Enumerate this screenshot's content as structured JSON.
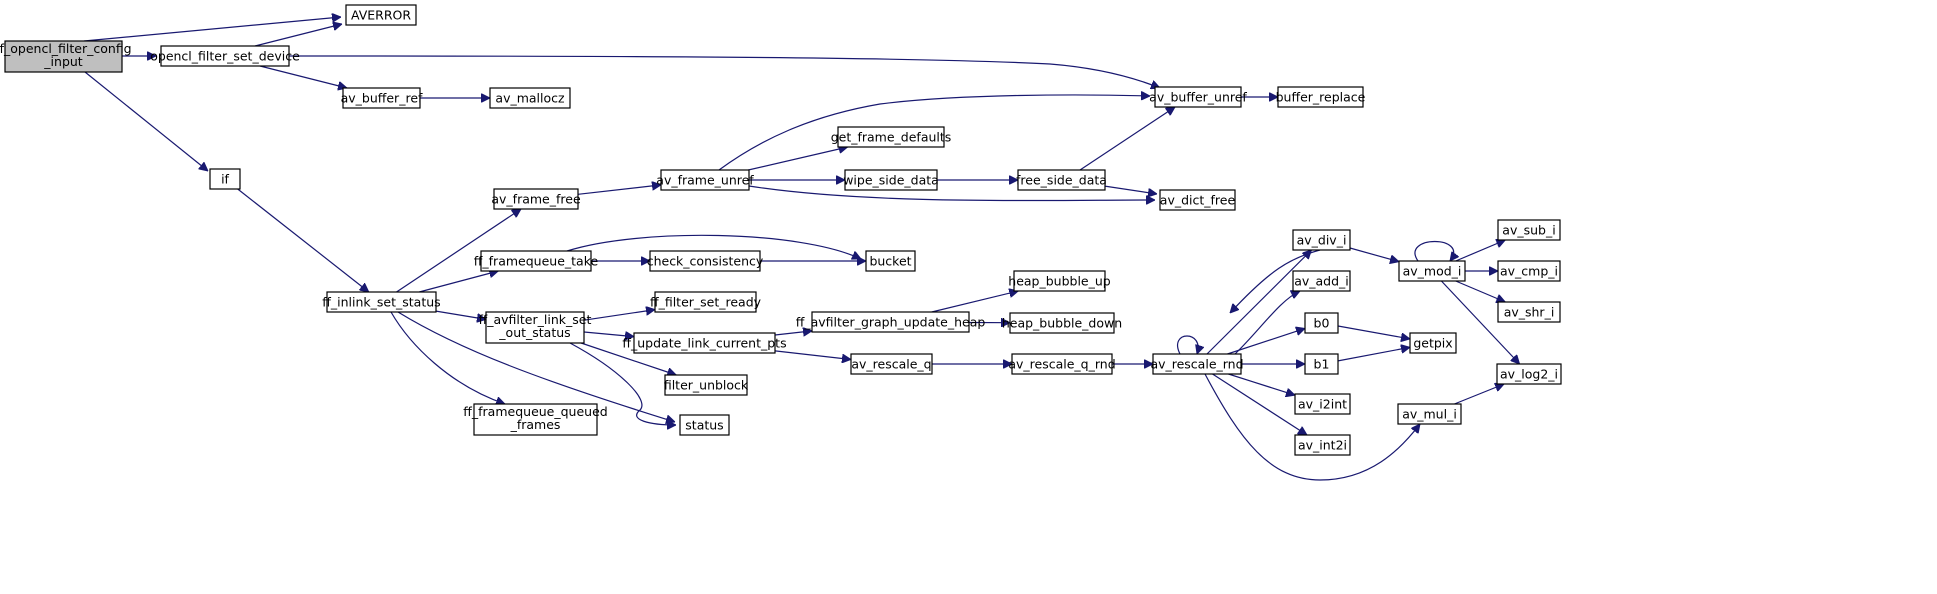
{
  "graph": {
    "colors": {
      "edge": "#191970",
      "node_border": "#000000",
      "root_fill": "#bfbfbf",
      "node_fill": "#ffffff"
    },
    "nodes": [
      {
        "id": "root",
        "lines": [
          "ff_opencl_filter_config",
          "_input"
        ],
        "root": true
      },
      {
        "id": "AVERROR",
        "lines": [
          "AVERROR"
        ]
      },
      {
        "id": "opencl_filter_set_device",
        "lines": [
          "opencl_filter_set_device"
        ]
      },
      {
        "id": "av_buffer_ref",
        "lines": [
          "av_buffer_ref"
        ]
      },
      {
        "id": "av_mallocz",
        "lines": [
          "av_mallocz"
        ]
      },
      {
        "id": "if",
        "lines": [
          "if"
        ]
      },
      {
        "id": "av_buffer_unref",
        "lines": [
          "av_buffer_unref"
        ]
      },
      {
        "id": "buffer_replace",
        "lines": [
          "buffer_replace"
        ]
      },
      {
        "id": "get_frame_defaults",
        "lines": [
          "get_frame_defaults"
        ]
      },
      {
        "id": "av_frame_unref",
        "lines": [
          "av_frame_unref"
        ]
      },
      {
        "id": "wipe_side_data",
        "lines": [
          "wipe_side_data"
        ]
      },
      {
        "id": "free_side_data",
        "lines": [
          "free_side_data"
        ]
      },
      {
        "id": "av_frame_free",
        "lines": [
          "av_frame_free"
        ]
      },
      {
        "id": "av_dict_free",
        "lines": [
          "av_dict_free"
        ]
      },
      {
        "id": "ff_framequeue_take",
        "lines": [
          "ff_framequeue_take"
        ]
      },
      {
        "id": "check_consistency",
        "lines": [
          "check_consistency"
        ]
      },
      {
        "id": "bucket",
        "lines": [
          "bucket"
        ]
      },
      {
        "id": "ff_inlink_set_status",
        "lines": [
          "ff_inlink_set_status"
        ]
      },
      {
        "id": "ff_avfilter_link_set_out_status",
        "lines": [
          "ff_avfilter_link_set",
          "_out_status"
        ]
      },
      {
        "id": "ff_filter_set_ready",
        "lines": [
          "ff_filter_set_ready"
        ]
      },
      {
        "id": "ff_update_link_current_pts",
        "lines": [
          "ff_update_link_current_pts"
        ]
      },
      {
        "id": "ff_avfilter_graph_update_heap",
        "lines": [
          "ff_avfilter_graph_update_heap"
        ]
      },
      {
        "id": "heap_bubble_up",
        "lines": [
          "heap_bubble_up"
        ]
      },
      {
        "id": "heap_bubble_down",
        "lines": [
          "heap_bubble_down"
        ]
      },
      {
        "id": "av_rescale_q",
        "lines": [
          "av_rescale_q"
        ]
      },
      {
        "id": "av_rescale_q_rnd",
        "lines": [
          "av_rescale_q_rnd"
        ]
      },
      {
        "id": "av_rescale_rnd",
        "lines": [
          "av_rescale_rnd"
        ]
      },
      {
        "id": "filter_unblock",
        "lines": [
          "filter_unblock"
        ]
      },
      {
        "id": "ff_framequeue_queued_frames",
        "lines": [
          "ff_framequeue_queued",
          "_frames"
        ]
      },
      {
        "id": "status",
        "lines": [
          "status"
        ]
      },
      {
        "id": "av_div_i",
        "lines": [
          "av_div_i"
        ]
      },
      {
        "id": "av_add_i",
        "lines": [
          "av_add_i"
        ]
      },
      {
        "id": "b0",
        "lines": [
          "b0"
        ]
      },
      {
        "id": "b1",
        "lines": [
          "b1"
        ]
      },
      {
        "id": "av_i2int",
        "lines": [
          "av_i2int"
        ]
      },
      {
        "id": "av_int2i",
        "lines": [
          "av_int2i"
        ]
      },
      {
        "id": "getpix",
        "lines": [
          "getpix"
        ]
      },
      {
        "id": "av_mod_i",
        "lines": [
          "av_mod_i"
        ]
      },
      {
        "id": "av_sub_i",
        "lines": [
          "av_sub_i"
        ]
      },
      {
        "id": "av_cmp_i",
        "lines": [
          "av_cmp_i"
        ]
      },
      {
        "id": "av_shr_i",
        "lines": [
          "av_shr_i"
        ]
      },
      {
        "id": "av_log2_i",
        "lines": [
          "av_log2_i"
        ]
      },
      {
        "id": "av_mul_i",
        "lines": [
          "av_mul_i"
        ]
      }
    ],
    "edges": [
      {
        "from": "root",
        "to": "AVERROR"
      },
      {
        "from": "root",
        "to": "opencl_filter_set_device"
      },
      {
        "from": "root",
        "to": "if"
      },
      {
        "from": "opencl_filter_set_device",
        "to": "AVERROR"
      },
      {
        "from": "opencl_filter_set_device",
        "to": "av_buffer_ref"
      },
      {
        "from": "opencl_filter_set_device",
        "to": "av_buffer_unref"
      },
      {
        "from": "av_buffer_ref",
        "to": "av_mallocz"
      },
      {
        "from": "av_buffer_unref",
        "to": "buffer_replace"
      },
      {
        "from": "if",
        "to": "ff_inlink_set_status"
      },
      {
        "from": "ff_inlink_set_status",
        "to": "av_frame_free"
      },
      {
        "from": "ff_inlink_set_status",
        "to": "ff_framequeue_take"
      },
      {
        "from": "ff_inlink_set_status",
        "to": "ff_avfilter_link_set_out_status"
      },
      {
        "from": "ff_inlink_set_status",
        "to": "ff_framequeue_queued_frames"
      },
      {
        "from": "ff_inlink_set_status",
        "to": "status"
      },
      {
        "from": "av_frame_free",
        "to": "av_frame_unref"
      },
      {
        "from": "av_frame_unref",
        "to": "av_buffer_unref"
      },
      {
        "from": "av_frame_unref",
        "to": "get_frame_defaults"
      },
      {
        "from": "av_frame_unref",
        "to": "wipe_side_data"
      },
      {
        "from": "av_frame_unref",
        "to": "av_dict_free"
      },
      {
        "from": "wipe_side_data",
        "to": "free_side_data"
      },
      {
        "from": "free_side_data",
        "to": "av_buffer_unref"
      },
      {
        "from": "free_side_data",
        "to": "av_dict_free"
      },
      {
        "from": "ff_framequeue_take",
        "to": "check_consistency"
      },
      {
        "from": "ff_framequeue_take",
        "to": "bucket"
      },
      {
        "from": "check_consistency",
        "to": "bucket"
      },
      {
        "from": "ff_avfilter_link_set_out_status",
        "to": "ff_filter_set_ready"
      },
      {
        "from": "ff_avfilter_link_set_out_status",
        "to": "ff_update_link_current_pts"
      },
      {
        "from": "ff_avfilter_link_set_out_status",
        "to": "filter_unblock"
      },
      {
        "from": "ff_avfilter_link_set_out_status",
        "to": "status"
      },
      {
        "from": "ff_update_link_current_pts",
        "to": "ff_avfilter_graph_update_heap"
      },
      {
        "from": "ff_update_link_current_pts",
        "to": "av_rescale_q"
      },
      {
        "from": "ff_avfilter_graph_update_heap",
        "to": "heap_bubble_up"
      },
      {
        "from": "ff_avfilter_graph_update_heap",
        "to": "heap_bubble_down"
      },
      {
        "from": "av_rescale_q",
        "to": "av_rescale_q_rnd"
      },
      {
        "from": "av_rescale_q_rnd",
        "to": "av_rescale_rnd"
      },
      {
        "from": "av_rescale_rnd",
        "to": "av_rescale_rnd"
      },
      {
        "from": "av_rescale_rnd",
        "to": "av_div_i"
      },
      {
        "from": "av_rescale_rnd",
        "to": "av_add_i"
      },
      {
        "from": "av_rescale_rnd",
        "to": "b0"
      },
      {
        "from": "av_rescale_rnd",
        "to": "b1"
      },
      {
        "from": "av_rescale_rnd",
        "to": "av_i2int"
      },
      {
        "from": "av_rescale_rnd",
        "to": "av_int2i"
      },
      {
        "from": "av_rescale_rnd",
        "to": "av_mul_i"
      },
      {
        "from": "av_div_i",
        "to": "av_add_i"
      },
      {
        "from": "av_div_i",
        "to": "av_mod_i"
      },
      {
        "from": "b0",
        "to": "getpix"
      },
      {
        "from": "b1",
        "to": "getpix"
      },
      {
        "from": "av_mod_i",
        "to": "av_mod_i"
      },
      {
        "from": "av_mod_i",
        "to": "av_sub_i"
      },
      {
        "from": "av_mod_i",
        "to": "av_cmp_i"
      },
      {
        "from": "av_mod_i",
        "to": "av_shr_i"
      },
      {
        "from": "av_mod_i",
        "to": "av_log2_i"
      },
      {
        "from": "av_mul_i",
        "to": "av_log2_i"
      }
    ]
  }
}
